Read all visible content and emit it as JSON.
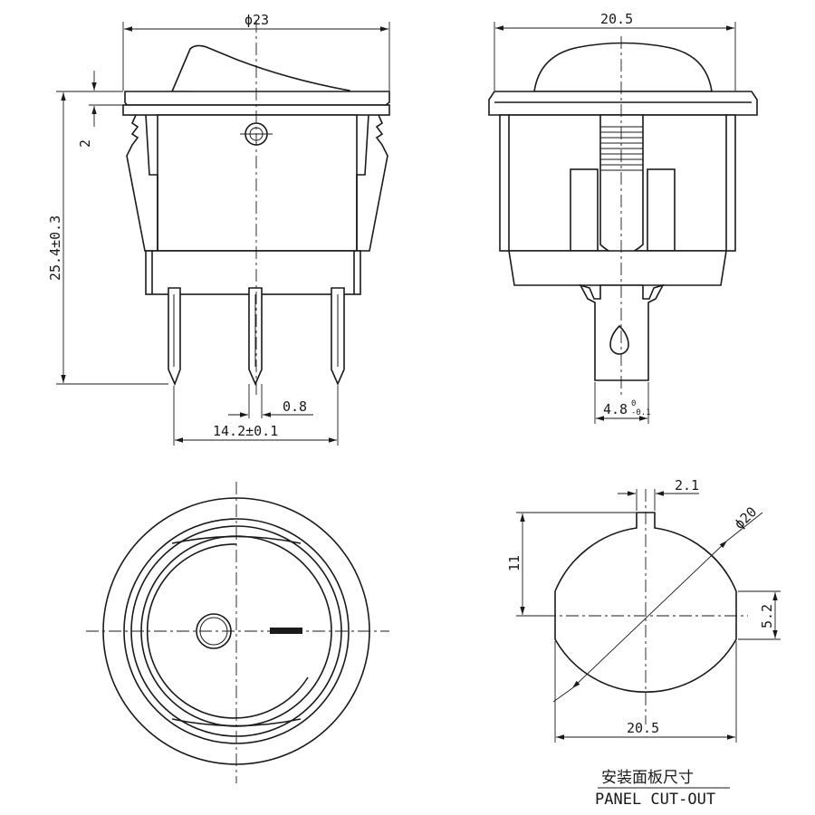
{
  "side_view": {
    "diameter_label": "ϕ23",
    "height_label": "25.4±0.3",
    "flange_label": "2",
    "pin_width_label": "0.8",
    "pin_spacing_label": "14.2±0.1"
  },
  "front_view": {
    "width_label": "20.5",
    "terminal_width_label": "4.8",
    "terminal_tol_upper": "0",
    "terminal_tol_lower": "-0.1"
  },
  "panel_cutout": {
    "notch_label": "2.1",
    "diameter_label": "ϕ20",
    "height_label": "11",
    "flat_label": "5.2",
    "width_label": "20.5",
    "caption_cn": "安装面板尺寸",
    "caption_en": "PANEL CUT-OUT"
  }
}
